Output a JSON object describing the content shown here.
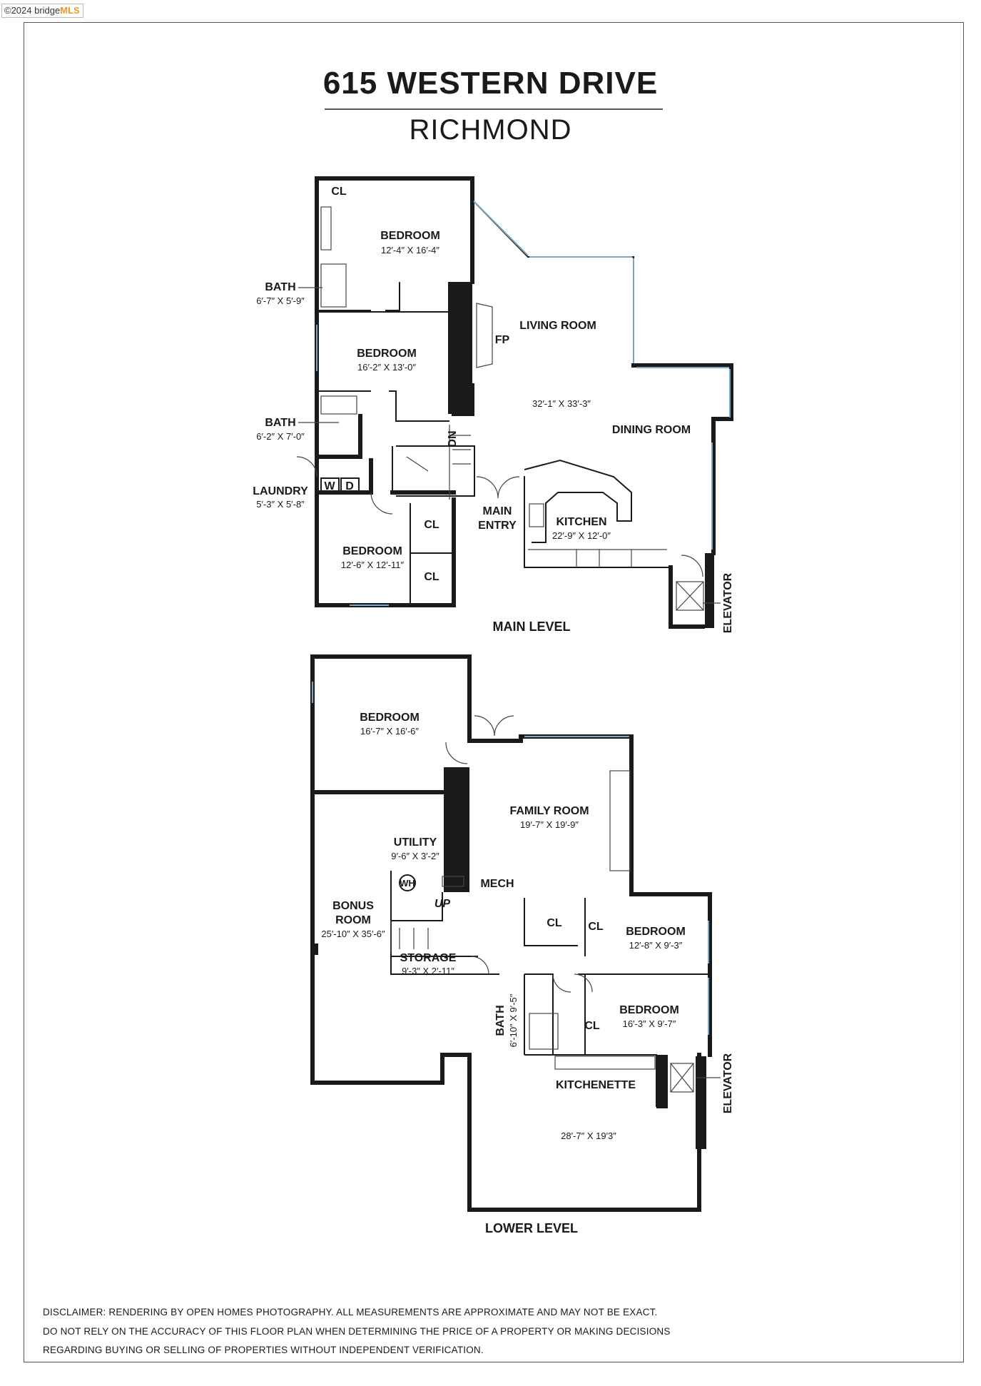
{
  "watermark": {
    "copyright": "©2024 bridge",
    "brand": "MLS"
  },
  "header": {
    "title": "615 WESTERN DRIVE",
    "subtitle": "RICHMOND"
  },
  "main_level": {
    "level_label": "MAIN LEVEL",
    "rooms": {
      "bedroom1": {
        "name": "BEDROOM",
        "size": "12′-4″ X 16′-4″"
      },
      "bath1": {
        "name": "BATH",
        "size": "6′-7″ X 5′-9″"
      },
      "bedroom2": {
        "name": "BEDROOM",
        "size": "16′-2″ X 13′-0″"
      },
      "bath2": {
        "name": "BATH",
        "size": "6′-2″ X 7′-0″"
      },
      "laundry": {
        "name": "LAUNDRY",
        "size": "5′-3″ X 5′-8″"
      },
      "bedroom3": {
        "name": "BEDROOM",
        "size": "12′-6″ X 12′-11″"
      },
      "living": {
        "name": "LIVING ROOM",
        "size": "32′-1″ X 33′-3″"
      },
      "dining": {
        "name": "DINING ROOM"
      },
      "kitchen": {
        "name": "KITCHEN",
        "size": "22′-9″ X 12′-0″"
      },
      "entry": {
        "line1": "MAIN",
        "line2": "ENTRY"
      }
    },
    "marks": {
      "cl": "CL",
      "fp": "FP",
      "dn": "DN",
      "washer": "W",
      "dryer": "D",
      "elevator": "ELEVATOR"
    }
  },
  "lower_level": {
    "level_label": "LOWER LEVEL",
    "rooms": {
      "bedroom1": {
        "name": "BEDROOM",
        "size": "16′-7″ X 16′-6″"
      },
      "family": {
        "name": "FAMILY ROOM",
        "size": "19′-7″ X 19′-9″"
      },
      "utility": {
        "name": "UTILITY",
        "size": "9′-6″ X 3′-2″"
      },
      "bonus": {
        "line1": "BONUS",
        "line2": "ROOM",
        "size": "25′-10″ X 35′-6″"
      },
      "storage": {
        "name": "STORAGE",
        "size": "9′-3″ X 2′-11″"
      },
      "bedroom2": {
        "name": "BEDROOM",
        "size": "12′-8″ X 9′-3″"
      },
      "bedroom3": {
        "name": "BEDROOM",
        "size": "16′-3″ X 9′-7″"
      },
      "bath": {
        "name": "BATH",
        "size": "6′-10″ X 9′-5″"
      },
      "kitchenette": {
        "name": "KITCHENETTE",
        "size": "28′-7″ X 19′3″"
      }
    },
    "marks": {
      "cl": "CL",
      "mech": "MECH",
      "wh": "WH",
      "up": "UP",
      "elevator": "ELEVATOR"
    }
  },
  "disclaimer": {
    "line1": "DISCLAIMER: RENDERING BY OPEN HOMES PHOTOGRAPHY. ALL MEASUREMENTS ARE APPROXIMATE AND MAY NOT BE EXACT.",
    "line2": "DO NOT RELY ON THE ACCURACY OF THIS FLOOR PLAN WHEN DETERMINING THE PRICE OF A PROPERTY OR MAKING DECISIONS",
    "line3": "REGARDING BUYING OR SELLING OF PROPERTIES WITHOUT INDEPENDENT VERIFICATION."
  }
}
